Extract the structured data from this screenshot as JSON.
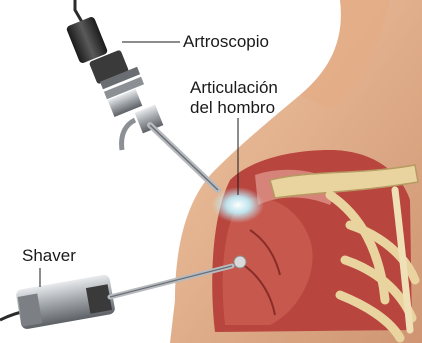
{
  "labels": {
    "arthroscope": "Artroscopio",
    "joint_line1": "Articulación",
    "joint_line2": "del hombro",
    "shaver": "Shaver"
  },
  "colors": {
    "skin": "#e6b48f",
    "skin_shadow": "#c98f68",
    "muscle": "#b8453e",
    "bone": "#e9d39e",
    "instrument_dark": "#2b2b2b",
    "instrument_steel": "#a8acb0",
    "light": "#bff3ff"
  }
}
